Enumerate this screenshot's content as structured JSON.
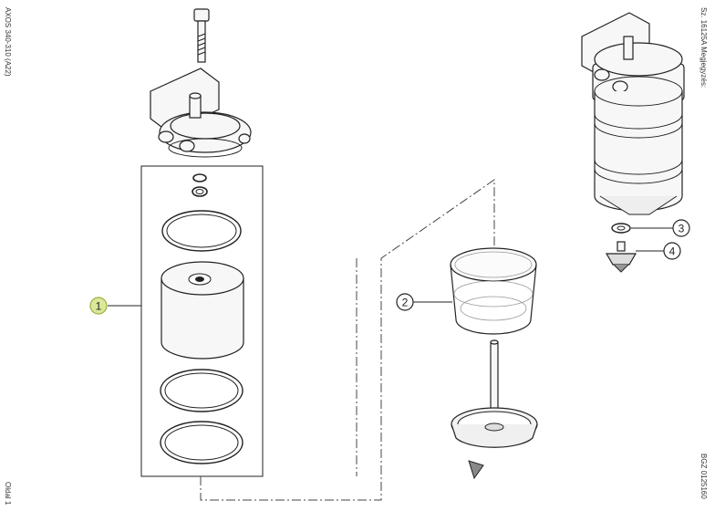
{
  "margin_labels": {
    "left_top": "AXOS 340-310 (A22)",
    "left_bottom": "Oldal 1",
    "right_top": "Sz. 16125A  Megjegyzés:",
    "right_bottom": "BGZ 0125160"
  },
  "callouts": [
    {
      "id": "1",
      "label": "1",
      "highlighted": true
    },
    {
      "id": "2",
      "label": "2",
      "highlighted": false
    },
    {
      "id": "3",
      "label": "3",
      "highlighted": false
    },
    {
      "id": "4",
      "label": "4",
      "highlighted": false
    }
  ],
  "colors": {
    "highlight": "#d9e89a",
    "highlight_stroke": "#9bb03c",
    "line": "#222222"
  }
}
